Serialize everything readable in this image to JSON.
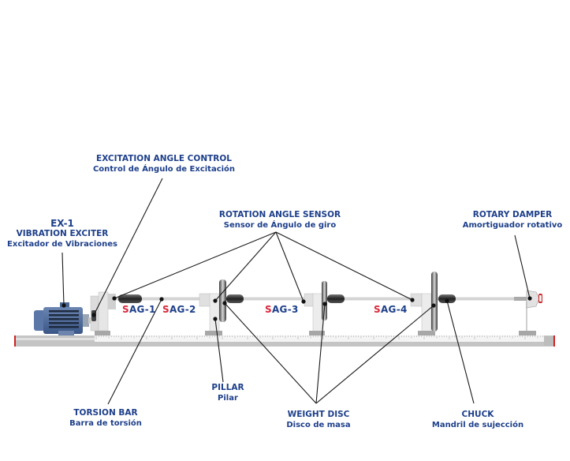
{
  "labels": {
    "excitation_angle_control": {
      "en": "EXCITATION ANGLE CONTROL",
      "es": "Control de Ángulo de Excitación"
    },
    "rotation_angle_sensor": {
      "en": "ROTATION ANGLE SENSOR",
      "es": "Sensor de Ángulo de giro"
    },
    "rotary_damper": {
      "en": "ROTARY DAMPER",
      "es": "Amortiguador rotativo"
    },
    "vibration_exciter": {
      "code": "EX-1",
      "en": "VIBRATION EXCITER",
      "es": "Excitador de Vibraciones"
    },
    "torsion_bar": {
      "en": "TORSION BAR",
      "es": "Barra de torsión"
    },
    "pillar": {
      "en": "PILLAR",
      "es": "Pilar"
    },
    "weight_disc": {
      "en": "WEIGHT DISC",
      "es": "Disco de masa"
    },
    "chuck": {
      "en": "CHUCK",
      "es": "Mandril de sujección"
    }
  },
  "sensors": [
    {
      "prefix": "S",
      "rest": "AG-1"
    },
    {
      "prefix": "S",
      "rest": "AG-2"
    },
    {
      "prefix": "S",
      "rest": "AG-3"
    },
    {
      "prefix": "S",
      "rest": "AG-4"
    }
  ],
  "colors": {
    "label_blue": "#1d3f8a",
    "sensor_red": "#d8283a",
    "motor_blue": "#4a6a9a",
    "rail_gray": "#b8b8b8",
    "rail_end_red": "#cc2222"
  }
}
